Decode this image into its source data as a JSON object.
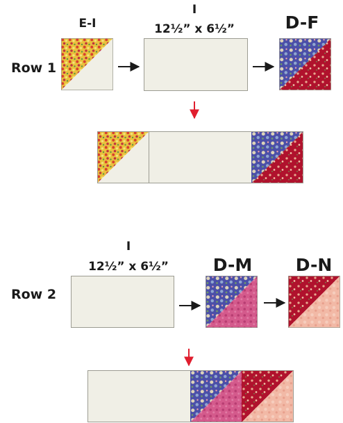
{
  "row1": {
    "row_label": "Row 1",
    "units": [
      {
        "name": "E-I"
      },
      {
        "name": "I",
        "size": "12½” x 6½”"
      },
      {
        "name": "D-F"
      }
    ]
  },
  "row2": {
    "row_label": "Row 2",
    "units": [
      {
        "name": "I",
        "size": "12½” x 6½”"
      },
      {
        "name": "D-M"
      },
      {
        "name": "D-N"
      }
    ]
  },
  "colors": {
    "background_fabric": "#f0efe6",
    "floral_yellow": "#e8c23a",
    "floral_blue": "#4b4fa8",
    "floral_red": "#b0122d",
    "pink": "#d45a8c",
    "peach": "#f2b9a6",
    "arrow_black": "#1a1a1a",
    "arrow_red": "#e01e2e"
  }
}
